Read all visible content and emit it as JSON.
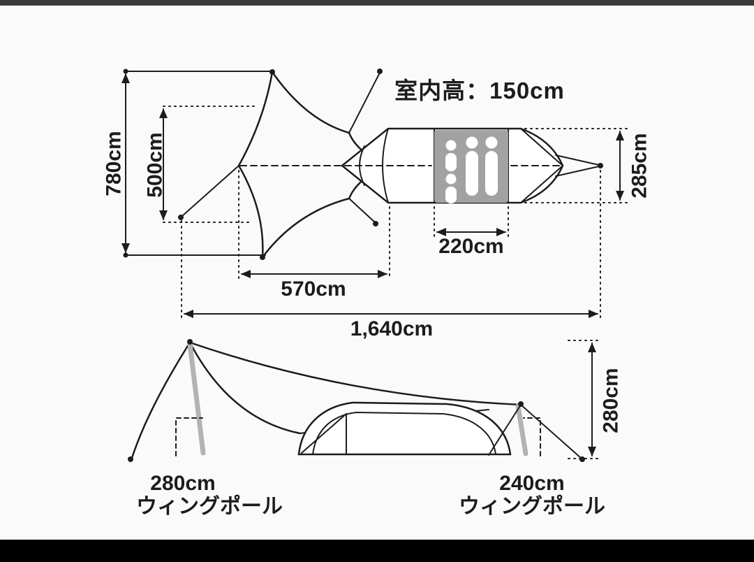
{
  "meta": {
    "type": "tent-and-tarp-specification-diagram"
  },
  "colors": {
    "line": "#1c1c1c",
    "pole_gray": "#b3b3b3",
    "room_gray": "#a2a2a2",
    "figure_white": "#ffffff",
    "background": "#fafafa",
    "top_bar": "#3a3a3a",
    "bottom_bar": "#000000"
  },
  "top_view": {
    "interior_height": "室内高：150cm",
    "dim_total_depth": "780cm",
    "dim_tarp_width": "500cm",
    "dim_tent_width": "285cm",
    "dim_inner_room_length": "220cm",
    "dim_tarp_length": "570cm",
    "dim_total_length": "1,640cm",
    "occupant_icons": [
      "child-silhouette",
      "child-silhouette",
      "adult-silhouette",
      "adult-silhouette"
    ]
  },
  "side_view": {
    "dim_height": "280cm",
    "left_pole_size": "280cm",
    "left_pole_name": "ウィングポール",
    "right_pole_size": "240cm",
    "right_pole_name": "ウィングポール"
  }
}
